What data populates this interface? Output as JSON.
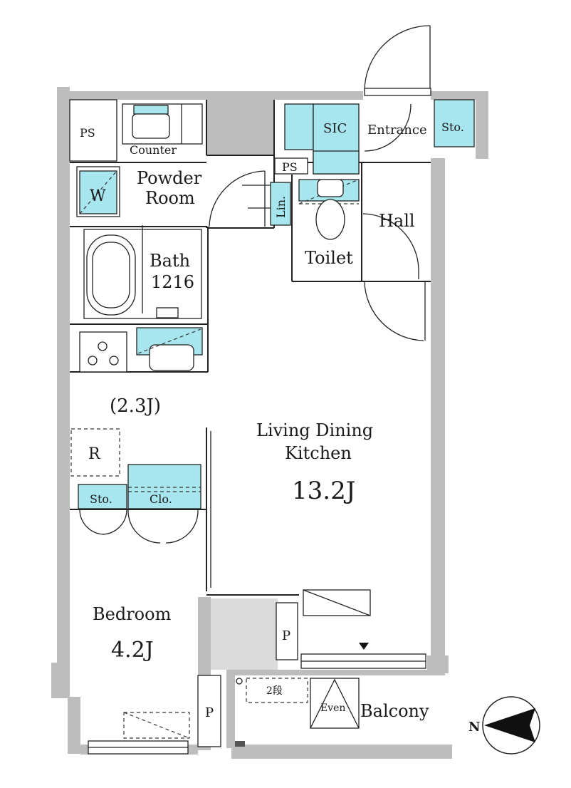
{
  "rooms": {
    "ps_top_left": "PS",
    "counter": "Counter",
    "powder_room_line1": "Powder",
    "powder_room_line2": "Room",
    "washer": "W",
    "bath_line1": "Bath",
    "bath_line2": "1216",
    "kitchen_size": "(2.3J)",
    "refrigerator": "R",
    "bedroom_storage": "Sto.",
    "bedroom_closet": "Clo.",
    "bedroom": "Bedroom",
    "bedroom_size": "4.2J",
    "pipe_space_bedroom": "P",
    "pipe_space_balcony": "P",
    "sic": "SIC",
    "ps_mid": "PS",
    "entrance": "Entrance",
    "entrance_storage": "Sto.",
    "linen": "Lin.",
    "toilet": "Toilet",
    "hall": "Hall",
    "ldk_line1": "Living Dining",
    "ldk_line2": "Kitchen",
    "ldk_size": "13.2J",
    "balcony": "Balcony",
    "shelf": "2段",
    "even": "Even"
  },
  "compass": {
    "north_label": "N"
  },
  "colors": {
    "fixture_fill": "#a8e6ef",
    "wall_fill": "#bdbdbd"
  }
}
